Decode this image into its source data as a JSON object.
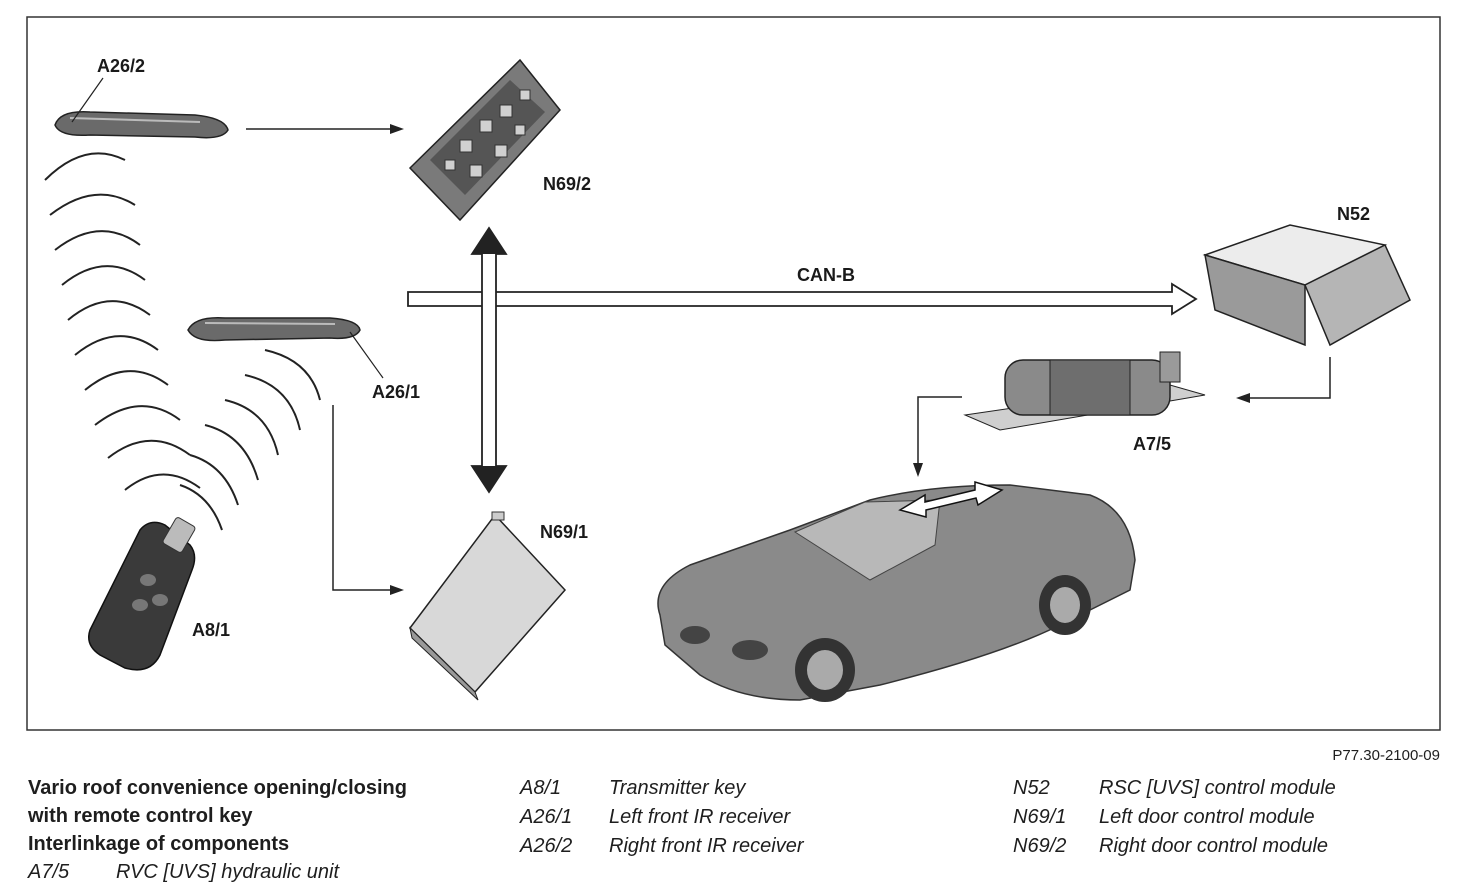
{
  "labels": {
    "a26_2": "A26/2",
    "a26_1": "A26/1",
    "a8_1": "A8/1",
    "n69_2": "N69/2",
    "n69_1": "N69/1",
    "n52": "N52",
    "a7_5": "A7/5",
    "canb": "CAN-B"
  },
  "reference": "P77.30-2100-09",
  "caption": {
    "line1": "Vario roof convenience opening/closing",
    "line2": "with remote control key",
    "line3": "Interlinkage of components"
  },
  "legend": [
    {
      "code": "A7/5",
      "desc": "RVC [UVS] hydraulic unit"
    },
    {
      "code": "A8/1",
      "desc": "Transmitter key"
    },
    {
      "code": "A26/1",
      "desc": "Left front IR receiver"
    },
    {
      "code": "A26/2",
      "desc": "Right front IR receiver"
    },
    {
      "code": "N52",
      "desc": "RSC  [UVS] control module"
    },
    {
      "code": "N69/1",
      "desc": "Left door control module"
    },
    {
      "code": "N69/2",
      "desc": "Right door control module"
    }
  ]
}
